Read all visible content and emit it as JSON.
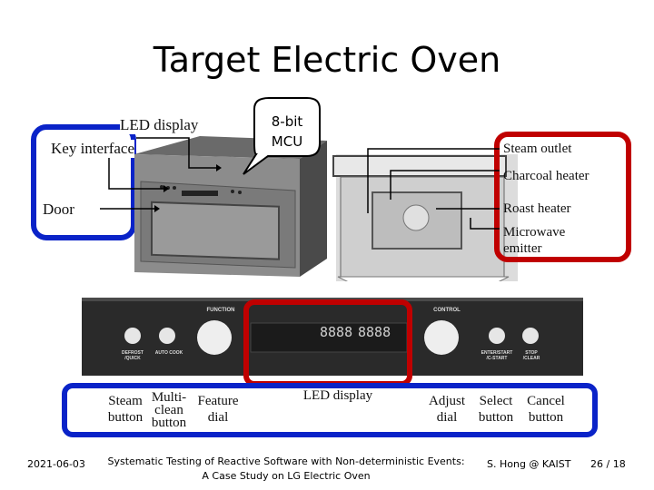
{
  "slide": {
    "title": "Target Electric Oven",
    "bubble": {
      "line1": "8-bit",
      "line2": "MCU"
    },
    "oven_labels": {
      "led_display": "LED display",
      "key_interface": "Key interface",
      "door": "Door"
    },
    "interior_labels": {
      "steam_outlet": "Steam outlet",
      "charcoal_heater": "Charcoal heater",
      "roast_heater": "Roast heater",
      "microwave_line1": "Microwave",
      "microwave_line2": "emitter"
    },
    "panel": {
      "function_label": "FUNCTION",
      "control_label": "CONTROL",
      "defrost_label": "DEFROST",
      "defrost_sub": "/QUICK",
      "autocook_label": "AUTO COOK",
      "enter_label": "ENTER/START",
      "enter_sub": "/C-START",
      "stop_label": "STOP",
      "stop_sub": "/CLEAR",
      "lcd_digits_a": "8888",
      "lcd_digits_b": "8888"
    },
    "panel_labels": {
      "steam_button": "Steam button",
      "multiclean_line1": "Multi-",
      "multiclean_line2": "clean",
      "multiclean_line3": "button",
      "feature_dial": "Feature dial",
      "led_display": "LED display",
      "adjust_dial": "Adjust dial",
      "select_button": "Select button",
      "cancel_button": "Cancel button"
    },
    "colors": {
      "blue": "#0a23c8",
      "red": "#c00000",
      "panel": "#2a2a2a"
    },
    "footer": {
      "date": "2021-06-03",
      "caption_line1": "Systematic Testing of Reactive Software with Non-deterministic Events:",
      "caption_line2": "A Case Study on LG Electric Oven",
      "author": "S. Hong @ KAIST",
      "page": "26 / 18"
    }
  }
}
